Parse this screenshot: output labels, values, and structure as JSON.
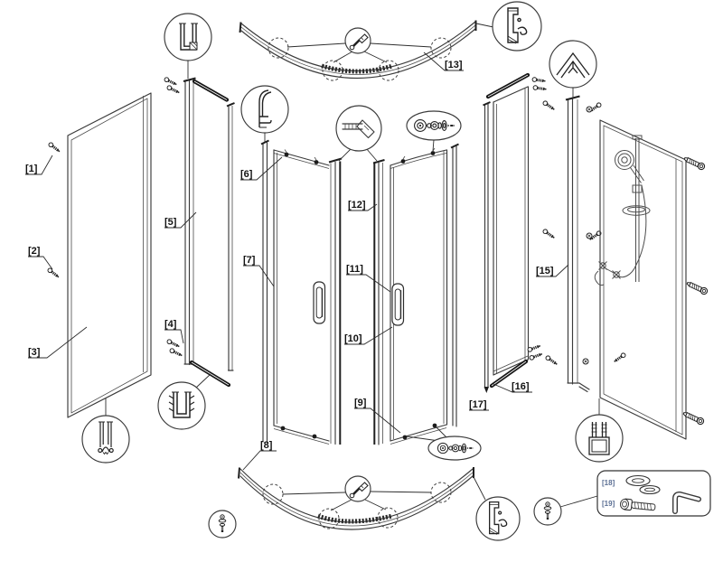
{
  "diagram": {
    "background": "#ffffff",
    "colors": {
      "line": "#3a3a3a",
      "seal_strip": "#161616",
      "label_text": "#121212",
      "hardware_label_text": "#5b6f94"
    },
    "parts": {
      "p1": "[1]",
      "p2": "[2]",
      "p3": "[3]",
      "p4": "[4]",
      "p5": "[5]",
      "p6": "[6]",
      "p7": "[7]",
      "p8": "[8]",
      "p9": "[9]",
      "p10": "[10]",
      "p11": "[11]",
      "p12": "[12]",
      "p13": "[13]",
      "p15": "[15]",
      "p16": "[16]",
      "p17": "[17]",
      "p18": "[18]",
      "p19": "[19]"
    },
    "icons": {
      "top_left_callout": "u-channel-profile-section",
      "door_wall_profile_callout": "l-profile-section",
      "door_guide_callout": "guide-bracket",
      "roller_callout_top": "roller-assembly",
      "roller_callout_bottom": "roller-assembly",
      "top_rail_callout": "fixing-screw-and-clamp",
      "bottom_rail_callout": "fixing-screw-and-clamp",
      "top_right_callout": "bracket-profile-with-hook",
      "bottom_right_hook_callout": "bracket-profile-with-hook",
      "corner_callout": "corner-angle-profile",
      "bottom_left_callout": "bottom-track-profile-section",
      "gasket_callout": "u-gasket-profile",
      "washer_callout_left": "washers-and-screw",
      "washer_callout_right": "washers-and-screw",
      "panel_bottom_callout": "h-connector-profile-section",
      "hardware_box_row1": "washers",
      "hardware_box_row2": "hex-bolt-and-allen-key"
    }
  }
}
